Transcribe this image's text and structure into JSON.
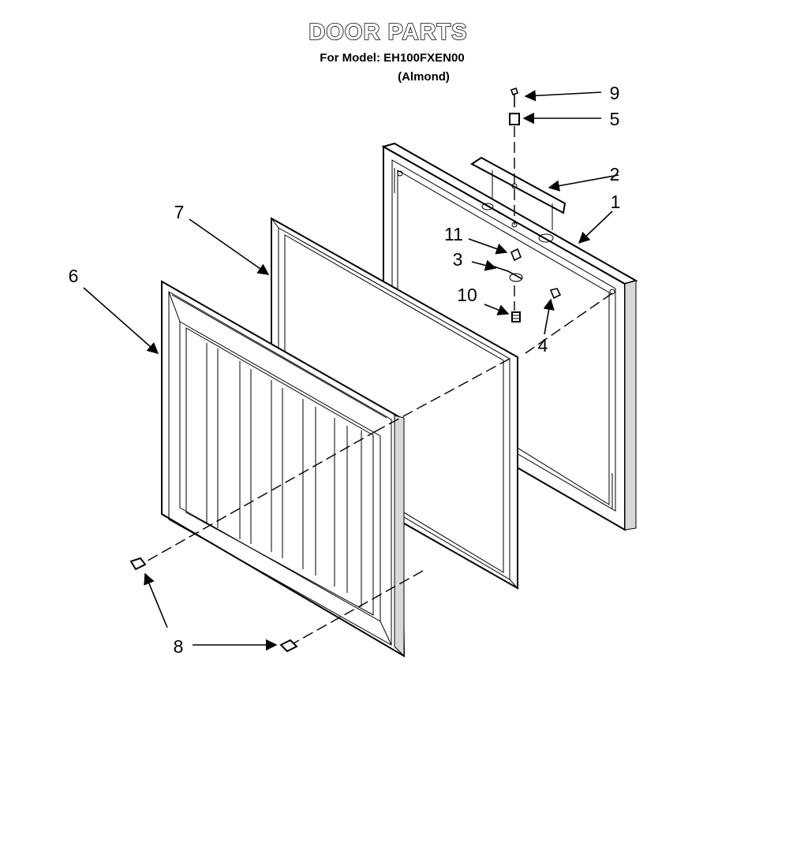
{
  "header": {
    "title": "DOOR PARTS",
    "model_line": "For Model: EH100FXEN00",
    "color_line": "(Almond)"
  },
  "callouts": {
    "c1": "1",
    "c2": "2",
    "c3": "3",
    "c4": "4",
    "c5": "5",
    "c6": "6",
    "c7": "7",
    "c8": "8",
    "c9": "9",
    "c10": "10",
    "c11": "11"
  }
}
